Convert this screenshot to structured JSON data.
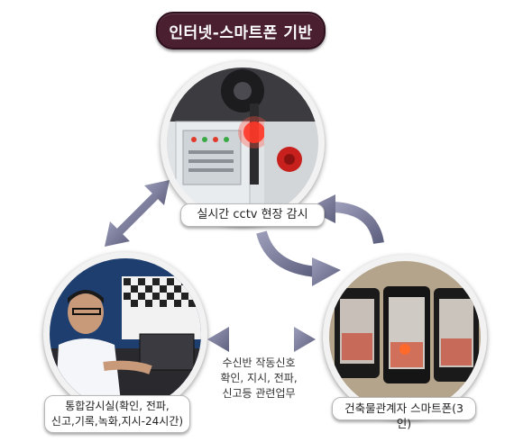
{
  "title": "인터넷-스마트폰 기반",
  "nodes": {
    "top": {
      "label": "실시간 cctv 현장 감시"
    },
    "left": {
      "label_line1": "통합감시실(확인, 전파,",
      "label_line2": "신고,기록,녹화,지시-24시간)"
    },
    "right": {
      "label": "건축물관계자 스마트폰(3인)"
    }
  },
  "center_text": {
    "line1": "수신반 작동신호",
    "line2": "확인, 지시, 전파,",
    "line3": "신고등 관련업무"
  },
  "colors": {
    "title_bg": "#4a1f30",
    "arrow": "#7b7d9a",
    "label_border": "#b8b8b8"
  }
}
